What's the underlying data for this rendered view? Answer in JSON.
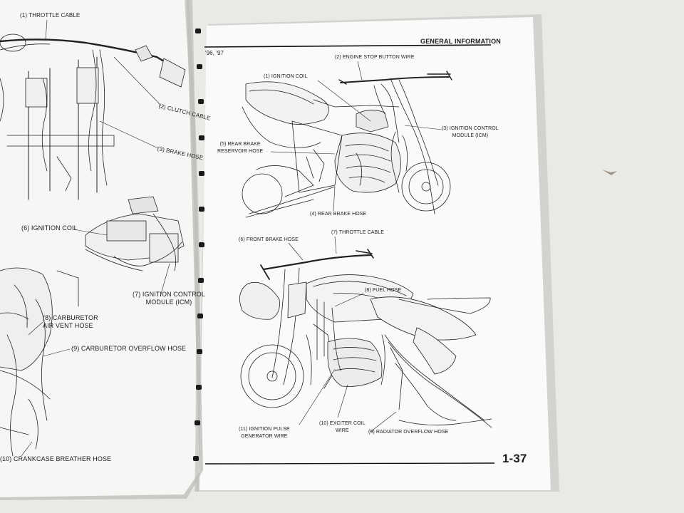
{
  "right_page": {
    "header": "GENERAL INFORMATION",
    "model_years": "'96, '97",
    "page_number": "1-37",
    "top_figure_labels": {
      "engine_stop_button_wire": "(2) ENGINE STOP BUTTON WIRE",
      "ignition_coil": "(1) IGNITION COIL",
      "ignition_control_module": "(3) IGNITION CONTROL\nMODULE (ICM)",
      "rear_brake_reservoir_hose": "(5) REAR BRAKE\nRESERVOIR HOSE",
      "rear_brake_hose": "(4) REAR BRAKE HOSE"
    },
    "bottom_figure_labels": {
      "front_brake_hose": "(6) FRONT BRAKE HOSE",
      "throttle_cable": "(7) THROTTLE CABLE",
      "fuel_hose": "(8) FUEL HOSE",
      "ignition_pulse_generator_wire": "(11) IGNITION PULSE\nGENERATOR WIRE",
      "exciter_coil_wire": "(10) EXCITER COIL\nWIRE",
      "radiator_overflow_hose": "(9) RADIATOR OVERFLOW HOSE"
    }
  },
  "left_page": {
    "labels": {
      "throttle_cable": "(1) THROTTLE CABLE",
      "clutch_cable": "(2) CLUTCH CABLE",
      "brake_hose": "(3) BRAKE HOSE",
      "ignition_coil": "(6) IGNITION COIL",
      "ignition_control_module": "(7) IGNITION CONTROL\nMODULE (ICM)",
      "carburetor_air_vent_hose": "(8) CARBURETOR\nAIR VENT HOSE",
      "carburetor_overflow_hose": "(9) CARBURETOR OVERFLOW HOSE",
      "crankcase_breather_hose": "(10) CRANKCASE BREATHER HOSE"
    }
  }
}
